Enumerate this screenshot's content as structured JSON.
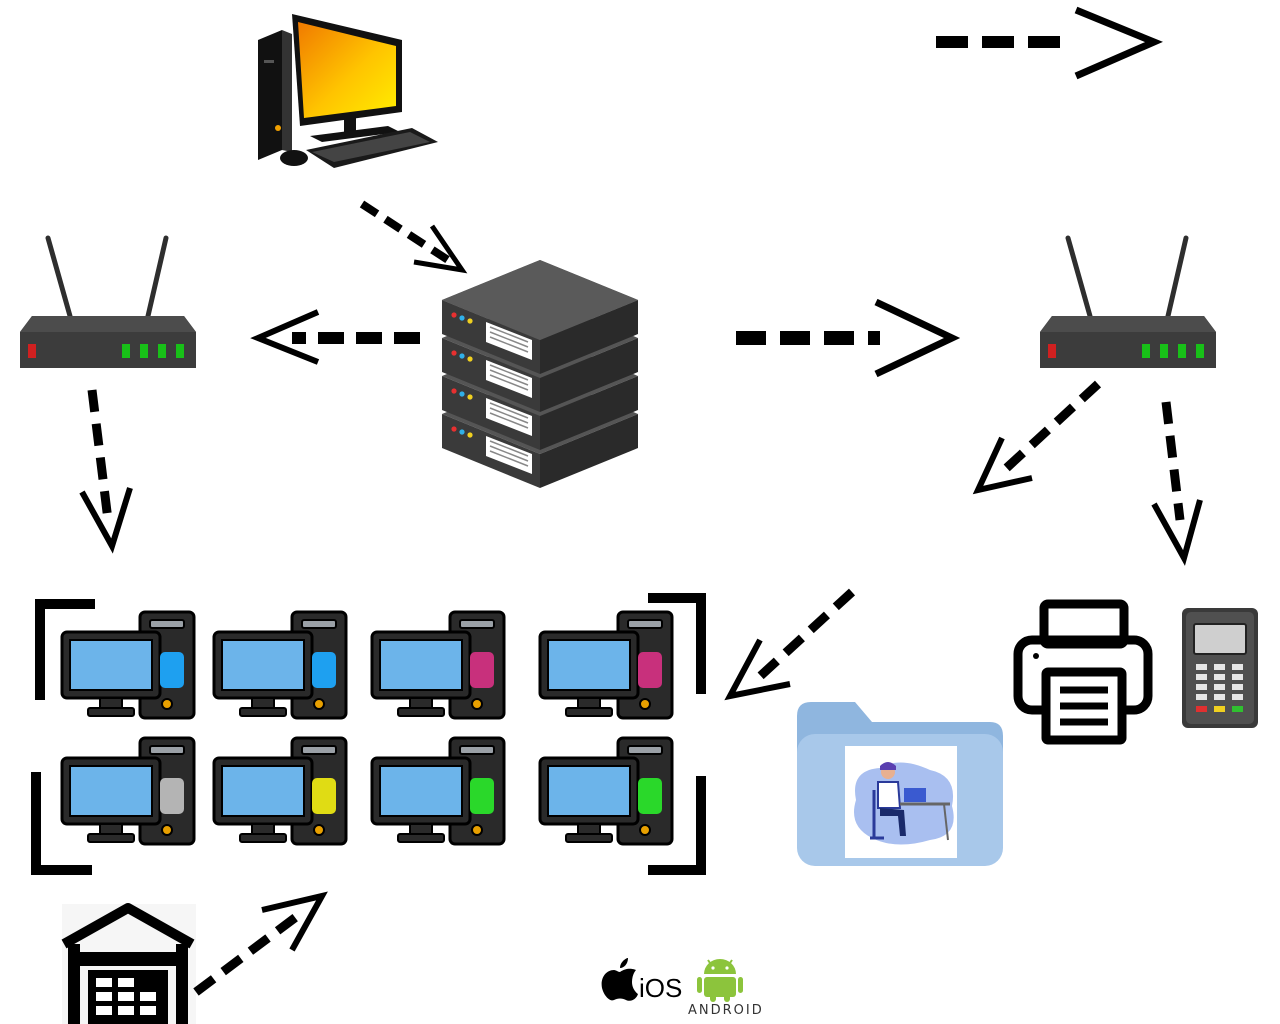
{
  "diagram": {
    "nodes": [
      {
        "id": "workstation",
        "icon": "desktop-computer-icon"
      },
      {
        "id": "server",
        "icon": "server-rack-icon"
      },
      {
        "id": "router-left",
        "icon": "router-icon"
      },
      {
        "id": "router-right",
        "icon": "router-icon"
      },
      {
        "id": "pc-cluster",
        "icon": "desktop-pc-icon",
        "count": 8
      },
      {
        "id": "shared-folder",
        "icon": "folder-with-person-icon"
      },
      {
        "id": "printer",
        "icon": "printer-icon"
      },
      {
        "id": "card-terminal",
        "icon": "payment-terminal-icon"
      },
      {
        "id": "warehouse",
        "icon": "warehouse-icon"
      }
    ],
    "edges": [
      {
        "from": "workstation",
        "to": "server"
      },
      {
        "from": "server",
        "to": "router-left"
      },
      {
        "from": "server",
        "to": "router-right"
      },
      {
        "from": "router-left",
        "to": "pc-cluster"
      },
      {
        "from": "router-right",
        "to": "shared-folder"
      },
      {
        "from": "router-right",
        "to": "printer"
      },
      {
        "from": "shared-folder",
        "to": "pc-cluster"
      },
      {
        "from": "warehouse",
        "to": "pc-cluster"
      }
    ]
  },
  "pc_accent_colors": [
    "#1ea0f0",
    "#1ea0f0",
    "#c8307c",
    "#c8307c",
    "#b4b4b4",
    "#e0dc14",
    "#2ad82a",
    "#2ad82a"
  ],
  "platforms": {
    "ios_label": "iOS",
    "android_label": "ANDROID"
  }
}
